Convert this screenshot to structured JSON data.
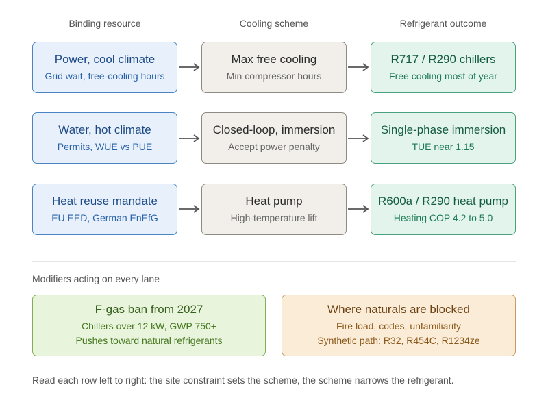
{
  "columns": {
    "binding": "Binding resource",
    "scheme": "Cooling scheme",
    "outcome": "Refrigerant outcome"
  },
  "rows": [
    {
      "binding": {
        "title": "Power, cool climate",
        "sub": "Grid wait, free-cooling hours"
      },
      "scheme": {
        "title": "Max free cooling",
        "sub": "Min compressor hours"
      },
      "outcome": {
        "title": "R717 / R290 chillers",
        "sub": "Free cooling most of year"
      }
    },
    {
      "binding": {
        "title": "Water, hot climate",
        "sub": "Permits, WUE vs PUE"
      },
      "scheme": {
        "title": "Closed-loop, immersion",
        "sub": "Accept power penalty"
      },
      "outcome": {
        "title": "Single-phase immersion",
        "sub": "TUE near 1.15"
      }
    },
    {
      "binding": {
        "title": "Heat reuse mandate",
        "sub": "EU EED, German EnEfG"
      },
      "scheme": {
        "title": "Heat pump",
        "sub": "High-temperature lift"
      },
      "outcome": {
        "title": "R600a / R290 heat pump",
        "sub": "Heating COP 4.2 to 5.0"
      }
    }
  ],
  "modifiers": {
    "label": "Modifiers acting on every lane",
    "fgas": {
      "title": "F-gas ban from 2027",
      "line1": "Chillers over 12 kW, GWP 750+",
      "line2": "Pushes toward natural refrigerants"
    },
    "blocked": {
      "title": "Where naturals are blocked",
      "line1": "Fire load, codes, unfamiliarity",
      "line2": "Synthetic path: R32, R454C, R1234ze"
    }
  },
  "footer": "Read each row left to right: the site constraint sets the scheme, the scheme narrows the refrigerant.",
  "colors": {
    "binding_fill": "#e8f1fb",
    "scheme_fill": "#f2efea",
    "outcome_fill": "#e3f4ec",
    "fgas_fill": "#e9f4dd",
    "blocked_fill": "#fbecd8",
    "arrow": "#555555"
  }
}
